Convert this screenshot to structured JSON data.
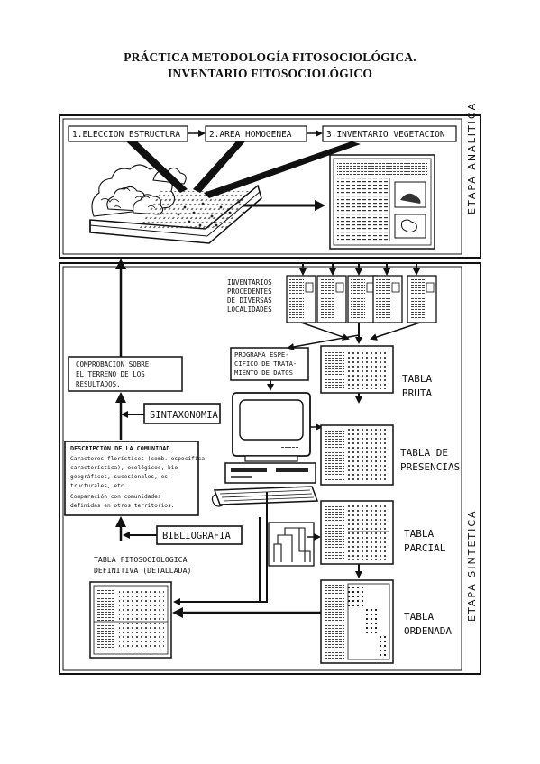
{
  "title": {
    "line1": "PRÁCTICA METODOLOGÍA FITOSOCIOLÓGICA.",
    "line2": "INVENTARIO FITOSOCIOLÓGICO"
  },
  "stages": {
    "analytic": "ETAPA ANALITICA",
    "synthetic": "ETAPA SINTETICA"
  },
  "steps": {
    "s1": "1.ELECCION ESTRUCTURA",
    "s2": "2.AREA HOMOGENEA",
    "s3": "3.INVENTARIO VEGETACION"
  },
  "inventarios": [
    "INVENTARIOS",
    "PROCEDENTES",
    "DE DIVERSAS",
    "LOCALIDADES"
  ],
  "programa": [
    "PROGRAMA ESPE-",
    "CIFICO DE TRATA-",
    "MIENTO DE DATOS"
  ],
  "comprobacion": [
    "COMPROBACION SOBRE",
    "EL TERRENO DE LOS",
    "RESULTADOS."
  ],
  "sintaxonomia": "SINTAXONOMIA",
  "bibliografia": "BIBLIOGRAFIA",
  "descripcion": [
    "DESCRIPCION DE LA COMUNIDAD",
    "Caracteres florísticos (comb. específica",
    "característica), ecológicos, bio-",
    "geográficos, sucesionales, es-",
    "tructurales, etc.",
    "Comparación con comunidades",
    "definidas en otros territorios."
  ],
  "tabla_definitiva": [
    "TABLA FITOSOCIOLOGICA",
    "DEFINITIVA (DETALLADA)"
  ],
  "tables": {
    "bruta": [
      "TABLA",
      "BRUTA"
    ],
    "presencias": [
      "TABLA DE",
      "PRESENCIAS"
    ],
    "parcial": [
      "TABLA",
      "PARCIAL"
    ],
    "ordenada": [
      "TABLA",
      "ORDENADA"
    ]
  }
}
